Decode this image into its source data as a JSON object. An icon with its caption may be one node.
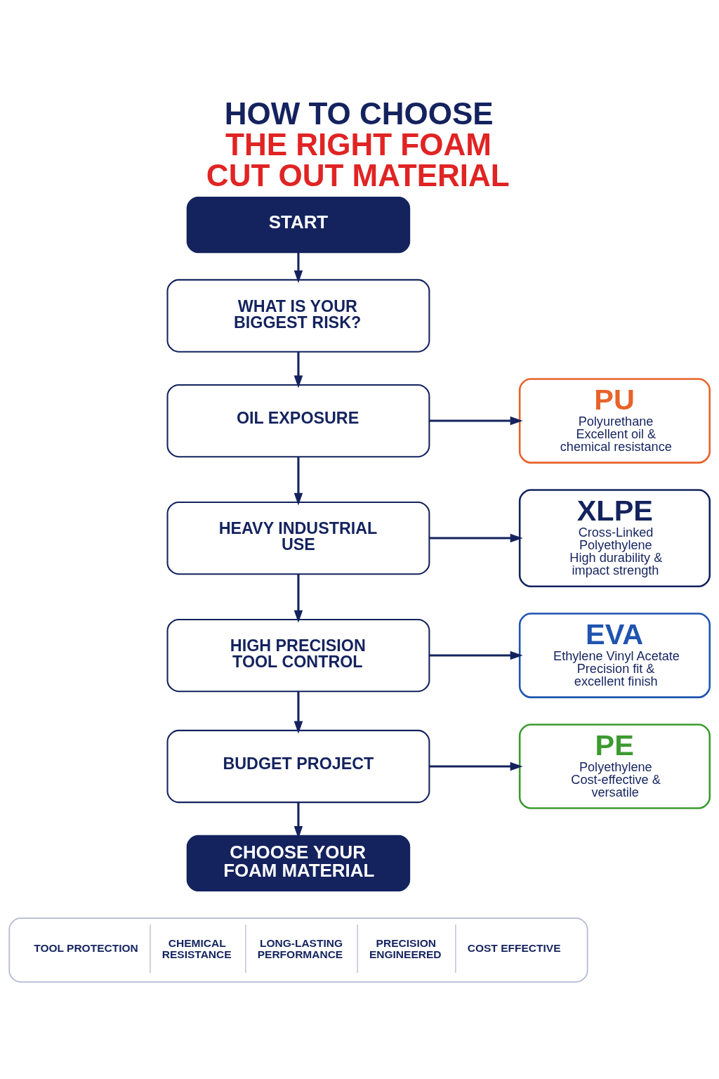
{
  "diagram": {
    "title": "HOW TO CHOOSE THE RIGHT FOAM CUT OUT MATERIAL",
    "nodes": [
      {
        "text": [
          "START"
        ]
      },
      {
        "text": [
          "WHAT IS YOUR BIGGEST RISK?"
        ]
      },
      {
        "text": [
          "OIL EXPOSURE"
        ]
      },
      {
        "text": [
          "PU",
          "Polyurethane",
          "Excellent oil & chemical resistance"
        ]
      },
      {
        "text": [
          "HEAVY INDUSTRIAL USE"
        ]
      },
      {
        "text": [
          "XLPE",
          "Cross-Linked Polyethylene",
          "High durability & impact strength"
        ]
      },
      {
        "text": [
          "HIGH PRECISION TOOL CONTROL"
        ]
      },
      {
        "text": [
          "EVA",
          "Ethylene Vinyl Acetate",
          "Precision fit & excellent finish"
        ]
      },
      {
        "text": [
          "BUDGET PROJECT"
        ]
      },
      {
        "text": [
          "PE",
          "Polyethylene",
          "Cost-effective & versatile"
        ]
      },
      {
        "text": [
          "CHOOSE YOUR FOAM MATERIAL"
        ]
      },
      {
        "text": [
          "TOOL PROTECTION",
          "CHEMICAL RESISTANCE",
          "LONG-LASTING PERFORMANCE",
          "PRECISION ENGINEERED",
          "COST EFFECTIVE"
        ]
      }
    ],
    "edges": [
      {
        "from": 0,
        "to": 1,
        "arrow": "to"
      },
      {
        "from": 1,
        "to": 2,
        "arrow": "to"
      },
      {
        "from": 2,
        "to": 3,
        "arrow": "to"
      },
      {
        "from": 2,
        "to": 4,
        "arrow": "to"
      },
      {
        "from": 4,
        "to": 5,
        "arrow": "to"
      },
      {
        "from": 4,
        "to": 6,
        "arrow": "to"
      },
      {
        "from": 6,
        "to": 7,
        "arrow": "to"
      },
      {
        "from": 6,
        "to": 8,
        "arrow": "to"
      },
      {
        "from": 8,
        "to": 9,
        "arrow": "to"
      },
      {
        "from": 8,
        "to": 10,
        "arrow": "to"
      }
    ]
  }
}
